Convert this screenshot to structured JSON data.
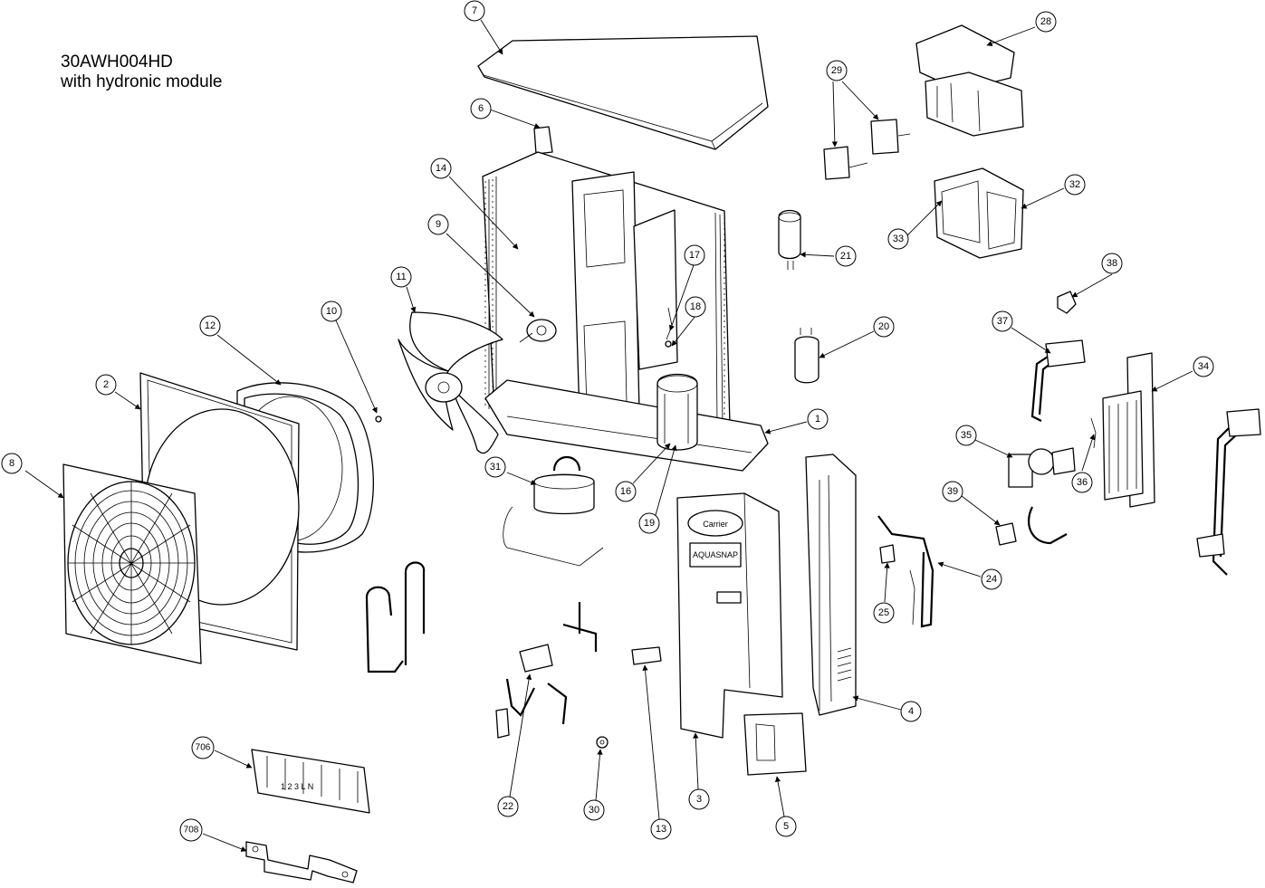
{
  "title": {
    "model": "30AWH004HD",
    "subtitle": "with hydronic module"
  },
  "callouts": [
    "7",
    "6",
    "14",
    "9",
    "11",
    "12",
    "10",
    "2",
    "8",
    "17",
    "18",
    "21",
    "20",
    "1",
    "16",
    "19",
    "31",
    "28",
    "29",
    "32",
    "33",
    "38",
    "37",
    "34",
    "35",
    "36",
    "39",
    "24",
    "25",
    "22",
    "30",
    "13",
    "3",
    "4",
    "5",
    "706",
    "708"
  ],
  "panel_texts": {
    "brand": "Carrier",
    "product": "AQUASNAP",
    "terminal": "1 2 3 L N"
  }
}
